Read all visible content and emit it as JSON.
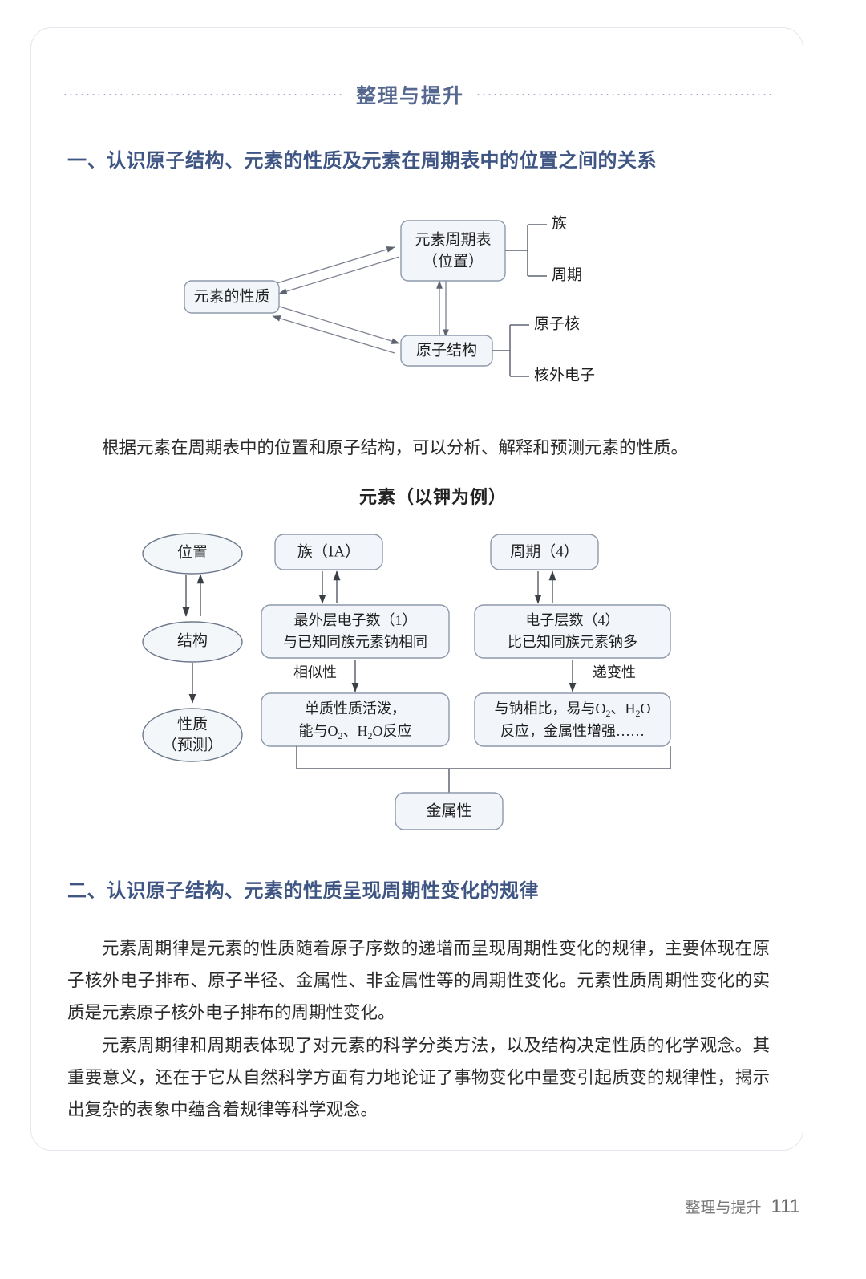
{
  "header": {
    "chapter_title": "整理与提升",
    "accent_color": "#56688f"
  },
  "sections": {
    "one": {
      "heading": "一、认识原子结构、元素的性质及元素在周期表中的位置之间的关系",
      "paragraph": "根据元素在周期表中的位置和原子结构，可以分析、解释和预测元素的性质。"
    },
    "two": {
      "heading": "二、认识原子结构、元素的性质呈现周期性变化的规律",
      "paragraph_1": "元素周期律是元素的性质随着原子序数的递增而呈现周期性变化的规律，主要体现在原子核外电子排布、原子半径、金属性、非金属性等的周期性变化。元素性质周期性变化的实质是元素原子核外电子排布的周期性变化。",
      "paragraph_2": "元素周期律和周期表体现了对元素的科学分类方法，以及结构决定性质的化学观念。其重要意义，还在于它从自然科学方面有力地论证了事物变化中量变引起质变的规律性，揭示出复杂的表象中蕴含着规律等科学观念。"
    }
  },
  "figure1": {
    "nodes": {
      "periodic_table_line1": "元素周期表",
      "periodic_table_line2": "（位置）",
      "element_property": "元素的性质",
      "atomic_structure": "原子结构"
    },
    "branches": {
      "group": "族",
      "period": "周期",
      "nucleus": "原子核",
      "extranuclear_electron": "核外电子"
    }
  },
  "figure2": {
    "title": "元素（以钾为例）",
    "left_column": {
      "position": "位置",
      "structure": "结构",
      "property_line1": "性质",
      "property_line2": "（预测）"
    },
    "middle_column": {
      "group": "族（ⅠA）",
      "outer_electrons_line1": "最外层电子数（1）",
      "outer_electrons_line2": "与已知同族元素钠相同",
      "arrow_label": "相似性",
      "result_line1": "单质性质活泼，",
      "result_line2_prefix": "能与O",
      "result_line2_sub1": "2",
      "result_line2_mid": "、H",
      "result_line2_sub2": "2",
      "result_line2_suffix": "O反应"
    },
    "right_column": {
      "period": "周期（4）",
      "electron_shells_line1": "电子层数（4）",
      "electron_shells_line2": "比已知同族元素钠多",
      "arrow_label": "递变性",
      "result_line1_prefix": "与钠相比，易与O",
      "result_line1_sub1": "2",
      "result_line1_mid": "、H",
      "result_line1_sub2": "2",
      "result_line1_suffix": "O",
      "result_line2": "反应，金属性增强……"
    },
    "conclusion": "金属性"
  },
  "footer": {
    "label": "整理与提升",
    "page_number": "111"
  }
}
